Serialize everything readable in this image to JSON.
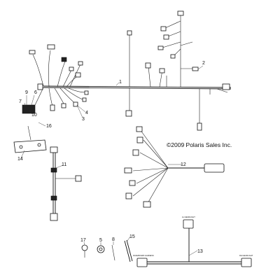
{
  "copyright": "©2009 Polaris Sales Inc.",
  "callouts": {
    "c1": "1",
    "c2": "2",
    "c3": "3",
    "c4": "4",
    "c5": "5",
    "c6": "6",
    "c7": "7",
    "c8": "8",
    "c9": "9",
    "c10": "10",
    "c11": "11",
    "c12": "12",
    "c13": "13",
    "c14": "14",
    "c15": "15",
    "c16": "16",
    "c17": "17"
  },
  "harness13_tags": {
    "top": "LH HEADLIGHT",
    "left": "DASHBOARD HARNESS",
    "right": "RH HEADLIGHT"
  }
}
